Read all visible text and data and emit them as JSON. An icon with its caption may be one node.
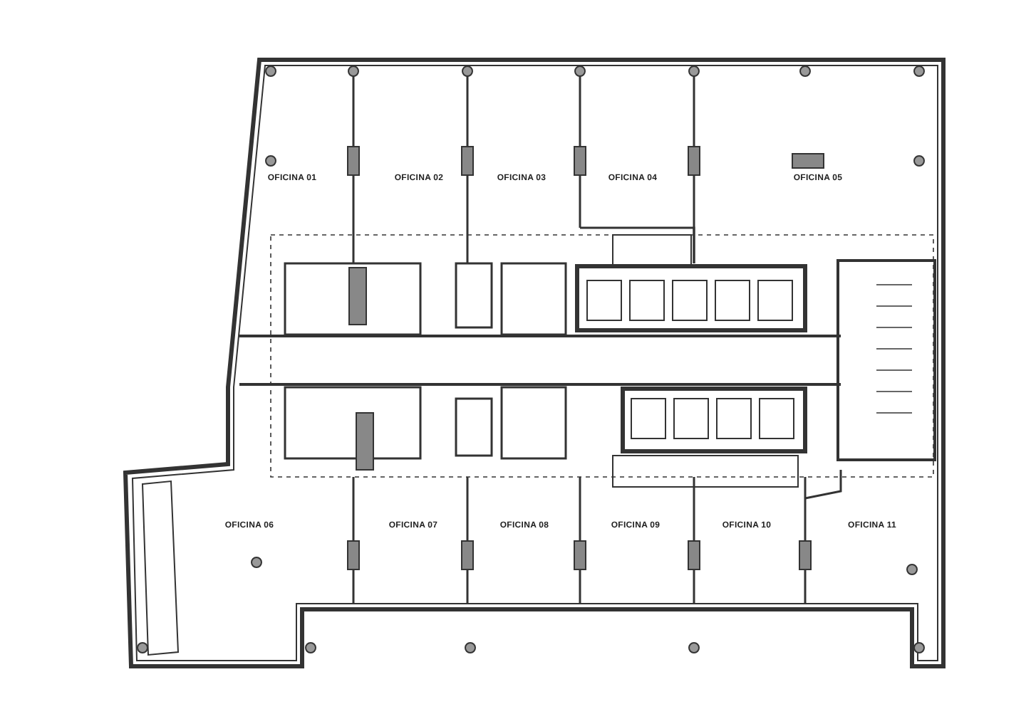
{
  "diagram": {
    "labels": [
      "OFICINA 01",
      "OFICINA 02",
      "OFICINA 03",
      "OFICINA 04",
      "OFICINA 05",
      "OFICINA 06",
      "OFICINA 07",
      "OFICINA 08",
      "OFICINA 09",
      "OFICINA 10",
      "OFICINA 11"
    ]
  }
}
